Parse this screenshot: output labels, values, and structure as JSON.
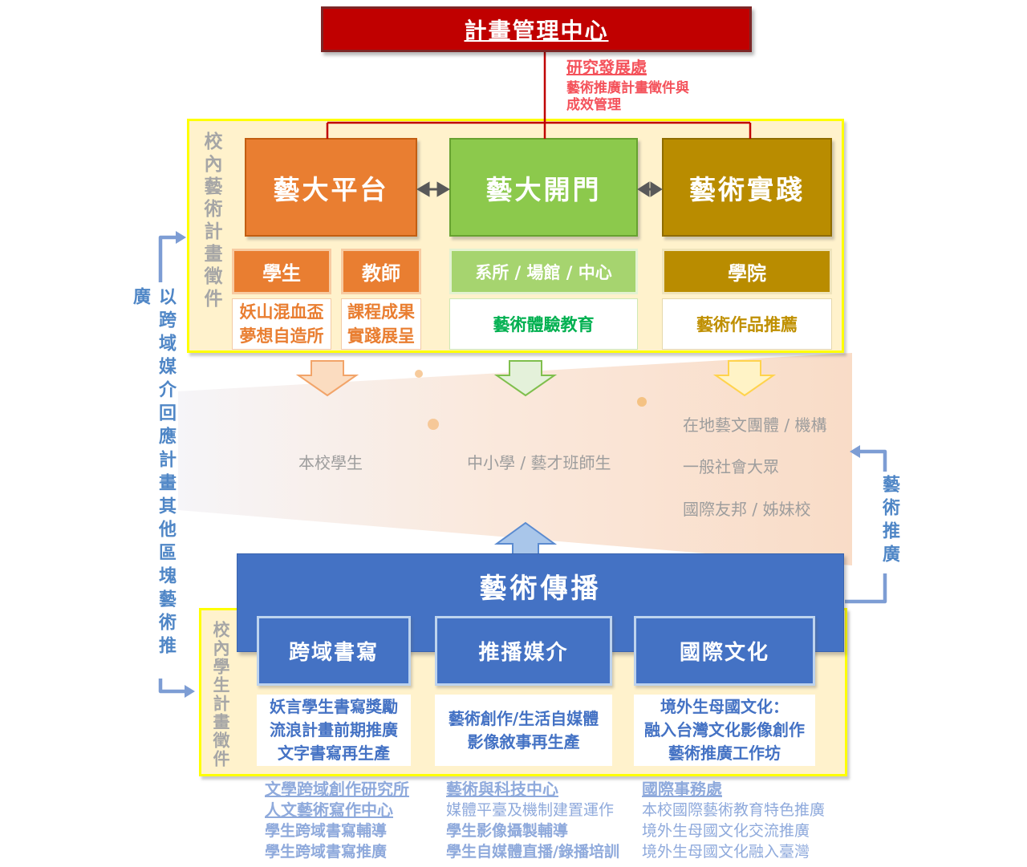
{
  "colors": {
    "banner_red": "#C00000",
    "note_red": "#F4525B",
    "orange": "#E97E31",
    "green": "#8CC94C",
    "green_light": "#A6D46F",
    "green_text": "#00B050",
    "olive": "#B98C00",
    "olive_text": "#BF8F00",
    "cream_panel": "#FFF2CC",
    "yellow_border": "#FFFF00",
    "blue": "#4472C4",
    "light_blue_text": "#8FAADC",
    "gray_text": "#A6A6A6",
    "arrow_blue": "#7D9DD4",
    "side_note_blue": "#4F86C6"
  },
  "top": {
    "title": "計畫管理中心",
    "dept": "研究發展處",
    "dept_note": [
      "藝術推廣計畫徵件與",
      "成效管理"
    ]
  },
  "upper_panel": {
    "side_label": "校內藝術計畫徵件",
    "platform": {
      "title": "藝大平台",
      "subs": [
        {
          "label": "學生",
          "lines": [
            "妖山混血盃",
            "夢想自造所"
          ]
        },
        {
          "label": "教師",
          "lines": [
            "課程成果",
            "實踐展呈"
          ]
        }
      ]
    },
    "opendoor": {
      "title": "藝大開門",
      "sub": {
        "label": "系所 / 場館 / 中心",
        "lines": [
          "藝術體驗教育"
        ]
      }
    },
    "practice": {
      "title": "藝術實踐",
      "sub": {
        "label": "學院",
        "lines": [
          "藝術作品推薦"
        ]
      }
    }
  },
  "funnel": {
    "students": "本校學生",
    "schools": "中小學 / 藝才班師生",
    "local_groups": "在地藝文團體 / 機構",
    "public": "一般社會大眾",
    "intl": "國際友邦 / 姊妹校"
  },
  "side_notes": {
    "left": "以跨域媒介回應計畫其他區塊藝術推廣",
    "right": "藝術推廣"
  },
  "lower_panel": {
    "side_label": "校內學生計畫徵件",
    "banner": "藝術傳播",
    "columns": [
      {
        "title": "跨域書寫",
        "lines": [
          "妖言學生書寫獎勵",
          "流浪計畫前期推廣",
          "文字書寫再生產"
        ]
      },
      {
        "title": "推播媒介",
        "lines": [
          "藝術創作/生活自媒體",
          "影像敘事再生產"
        ]
      },
      {
        "title": "國際文化",
        "lines": [
          "境外生母國文化：",
          "融入台灣文化影像創作",
          "藝術推廣工作坊"
        ]
      }
    ]
  },
  "footnotes": [
    {
      "headers": [
        "文學跨域創作研究所",
        "人文藝術寫作中心"
      ],
      "items": [
        "學生跨域書寫輔導",
        "學生跨域書寫推廣"
      ]
    },
    {
      "headers": [
        "藝術與科技中心"
      ],
      "items": [
        "媒體平臺及機制建置運作",
        "學生影像攝製輔導",
        "學生自媒體直播/錄播培訓"
      ]
    },
    {
      "headers": [
        "國際事務處"
      ],
      "items": [
        "本校國際藝術教育特色推廣",
        "境外生母國文化交流推廣",
        "境外生母國文化融入臺灣"
      ]
    }
  ]
}
